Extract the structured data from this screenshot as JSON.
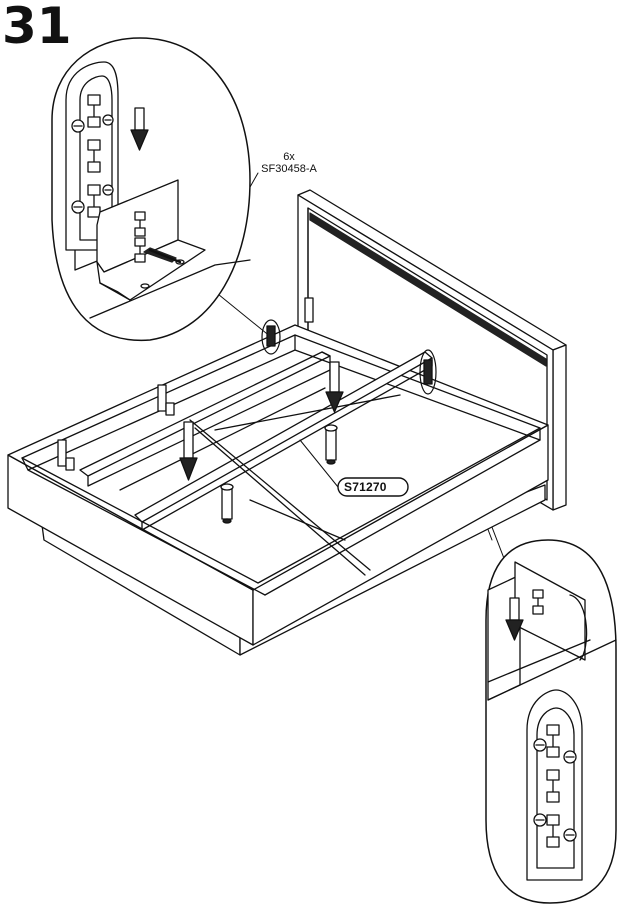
{
  "step": {
    "number": "31"
  },
  "callout": {
    "quantity": "6x",
    "hardware_code": "SF30458-A"
  },
  "bed_frame": {
    "part_code": "S71270"
  },
  "icons": [
    "down-arrow-icon",
    "screw-icon",
    "bracket-icon",
    "magnifier-callout-icon"
  ],
  "colors": {
    "line": "#111111",
    "fill": "#ffffff",
    "shade": "#e6e6e6"
  }
}
